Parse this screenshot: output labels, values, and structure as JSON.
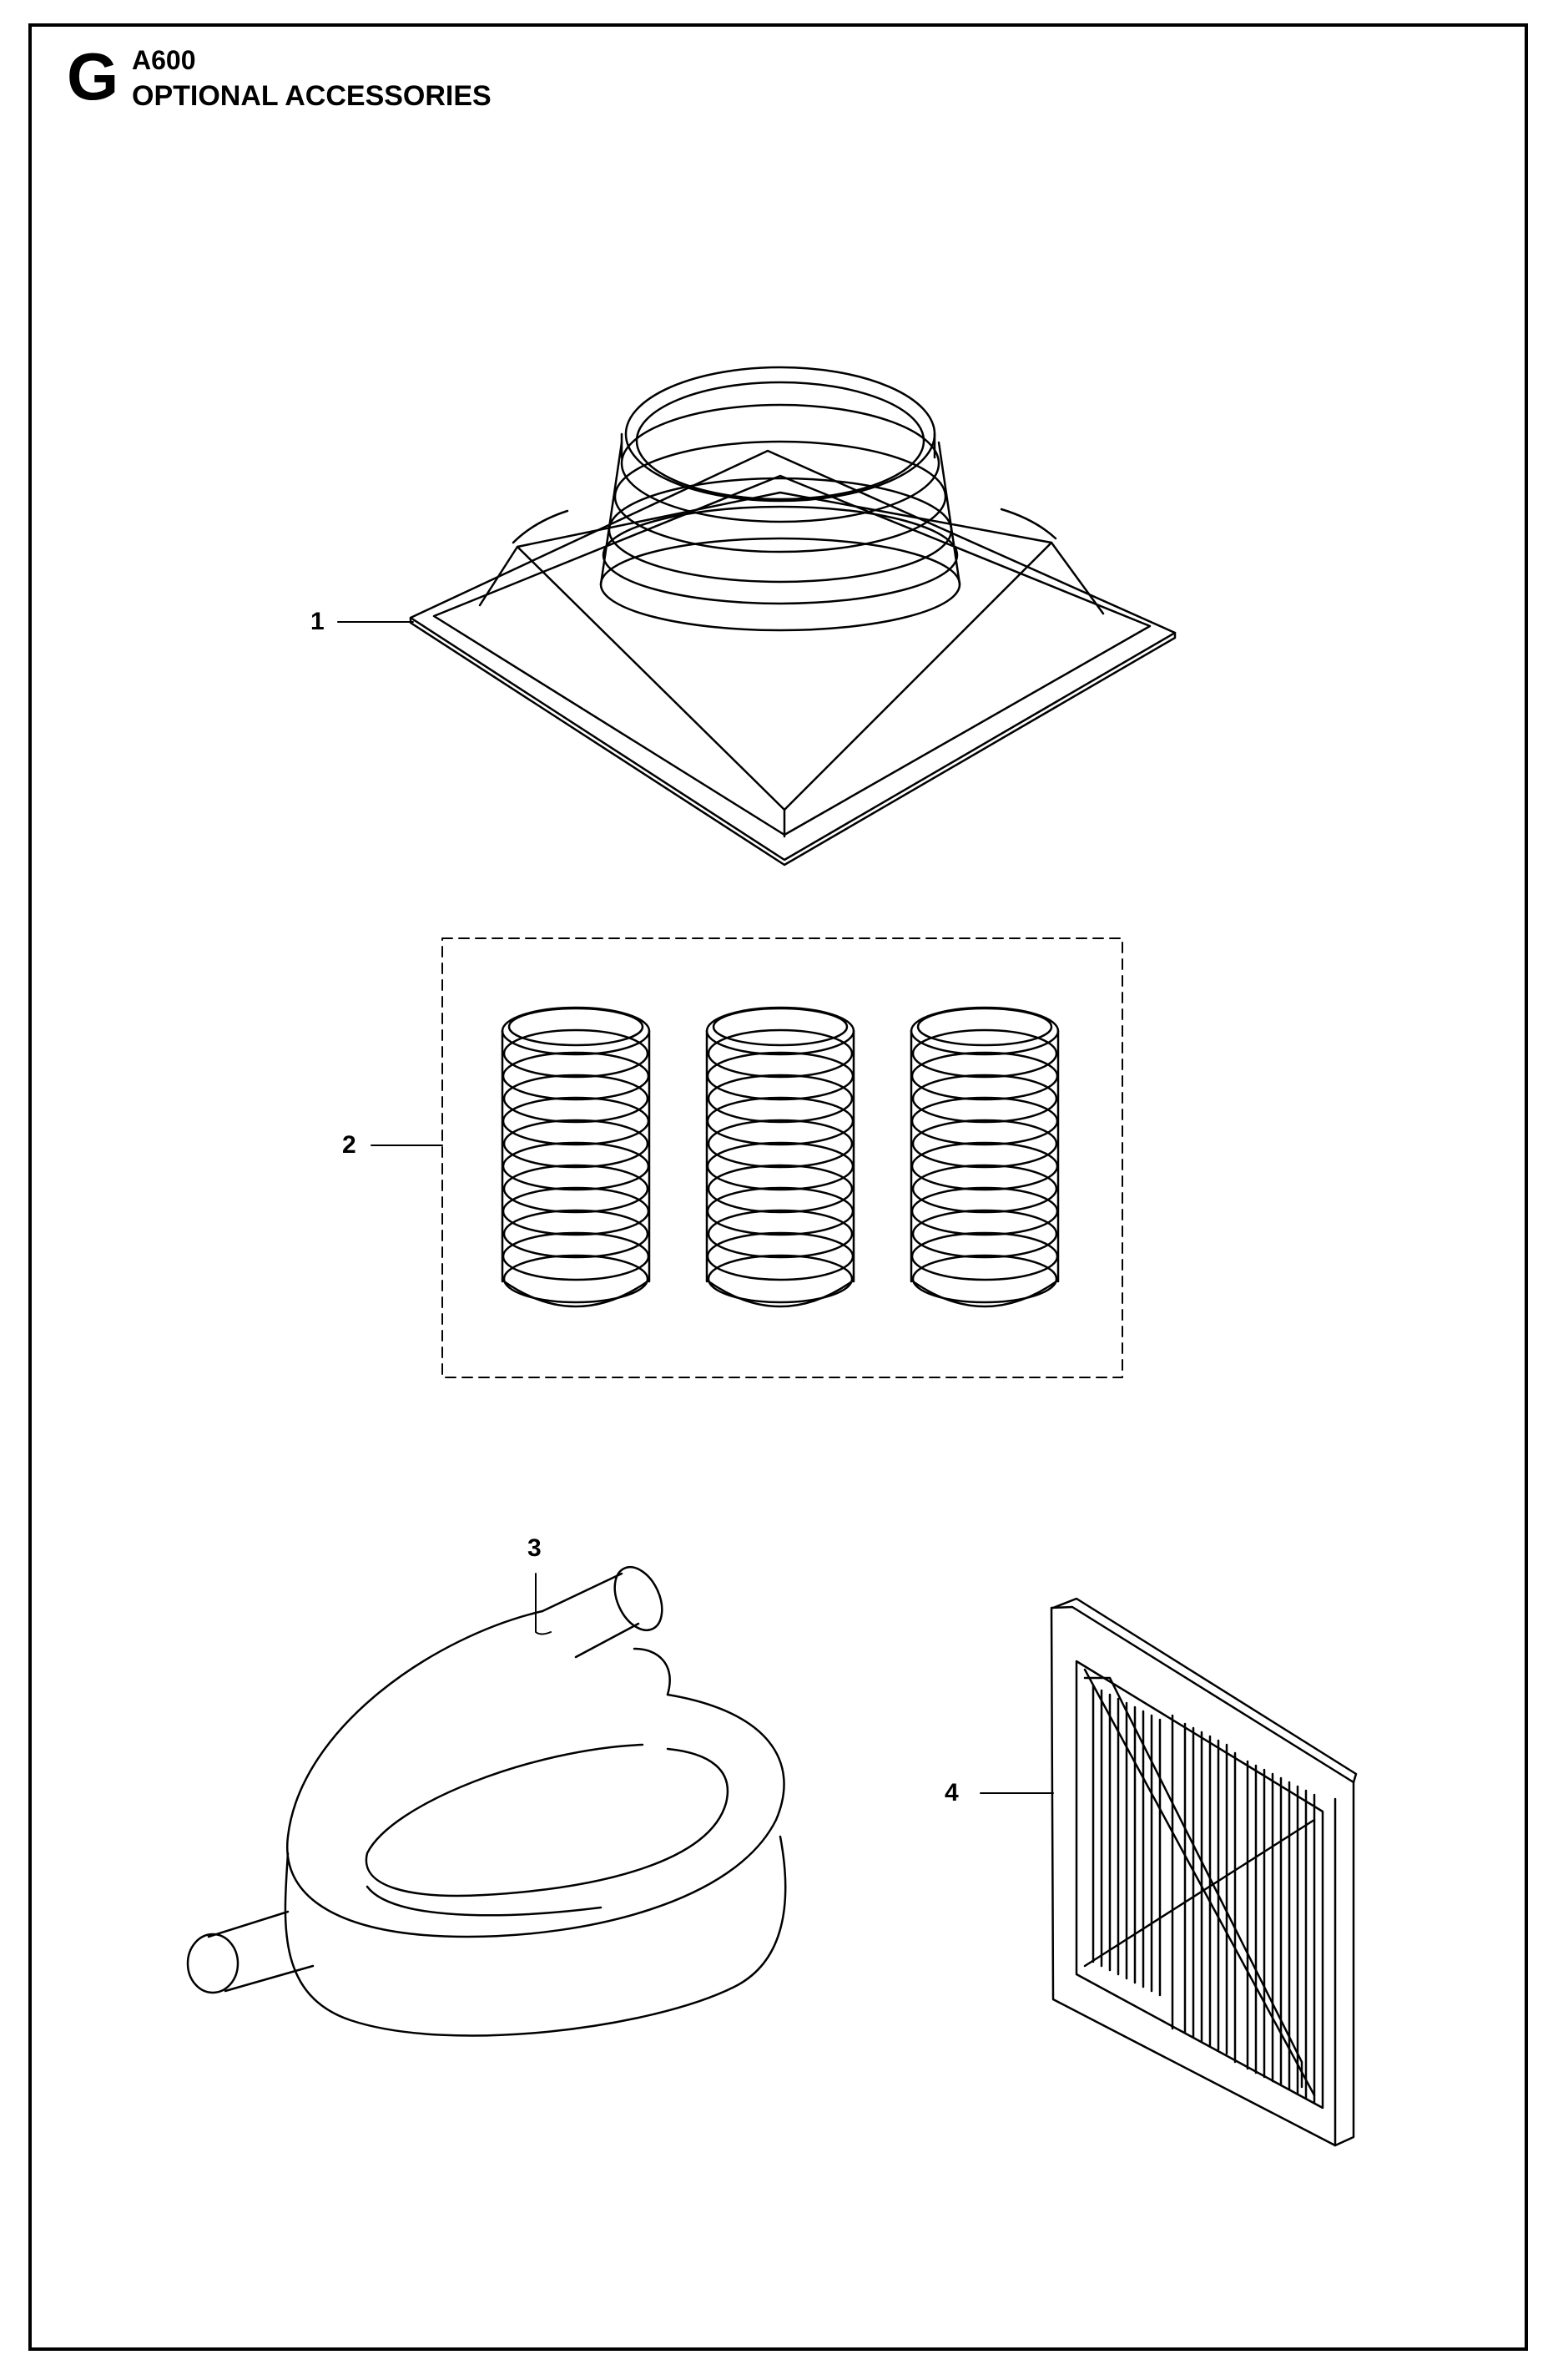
{
  "header": {
    "section_letter": "G",
    "model": "A600",
    "title": "OPTIONAL ACCESSORIES"
  },
  "parts": [
    {
      "number": "1"
    },
    {
      "number": "2"
    },
    {
      "number": "3"
    },
    {
      "number": "4"
    }
  ]
}
